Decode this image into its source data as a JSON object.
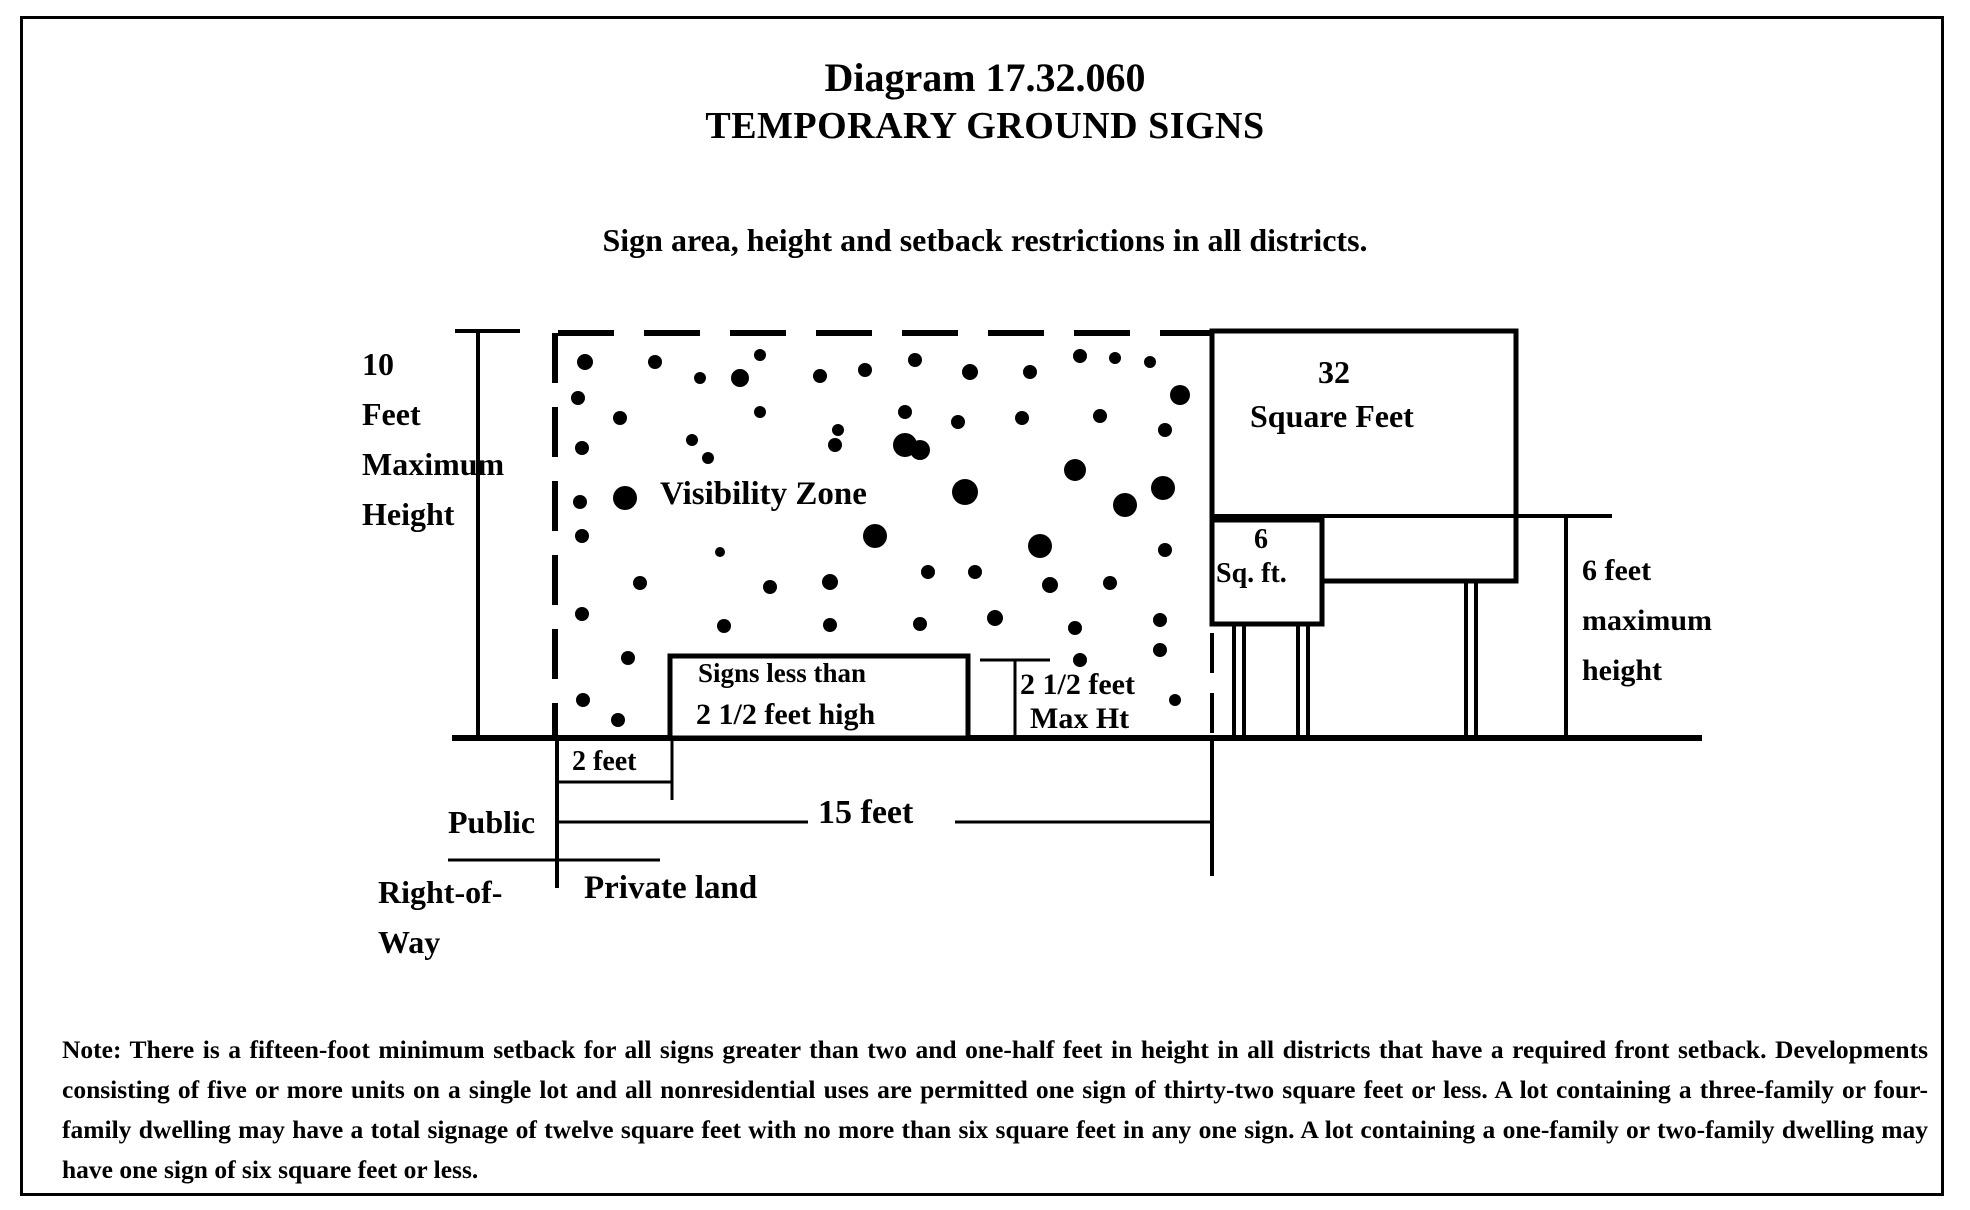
{
  "title": "Diagram 17.32.060",
  "subtitle": "TEMPORARY GROUND SIGNS",
  "caption": "Sign area, height and setback restrictions in all districts.",
  "labels": {
    "height_max_lines": [
      "10",
      "Feet",
      "Maximum",
      "Height"
    ],
    "visibility_zone": "Visibility Zone",
    "sign_32_lines": [
      "32",
      "Square Feet"
    ],
    "sign_6_lines": [
      "6",
      "Sq. ft."
    ],
    "six_foot_lines": [
      "6 feet",
      "maximum",
      "height"
    ],
    "signs_less_than_lines": [
      "Signs less than",
      "2 1/2 feet high"
    ],
    "two_half_max_lines": [
      "2 1/2 feet",
      "Max Ht"
    ],
    "two_feet": "2 feet",
    "fifteen_feet": "15 feet",
    "public_row_lines": [
      "Public",
      "Right-of-",
      "Way"
    ],
    "private_land": "Private land"
  },
  "note": "Note: There is a fifteen-foot minimum setback for all signs greater than two and one-half feet in height in all districts that have a required front setback. Developments consisting of five or more units on a single lot and all nonresidential uses are permitted one sign of thirty-two square feet or less. A lot containing a three-family or four-family dwelling may have a total signage of twelve square feet with no more than six square feet in any one sign. A lot containing a one-family or two-family dwelling may have one sign of six square feet or less."
}
